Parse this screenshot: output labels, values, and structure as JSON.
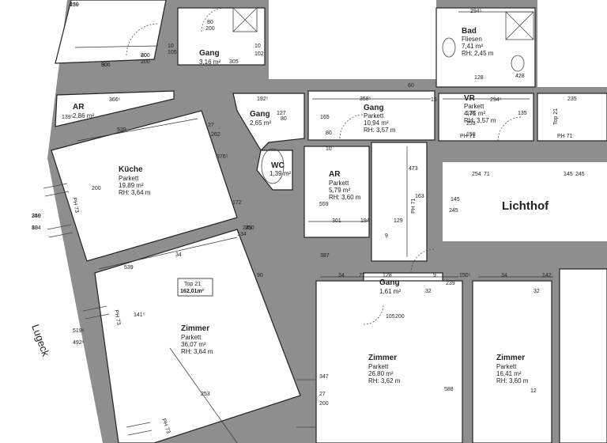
{
  "rooms": [
    {
      "id": "bad",
      "name": "Bad",
      "floor": "Fliesen",
      "area": "7,41 m²",
      "height": "RH: 2,45 m"
    },
    {
      "id": "gang-top",
      "name": "Gang",
      "area": "3,16 m²"
    },
    {
      "id": "ar-left",
      "name": "AR",
      "area": "2,86 m²"
    },
    {
      "id": "gang-small",
      "name": "Gang",
      "area": "2,65 m²"
    },
    {
      "id": "gang-main",
      "name": "Gang",
      "floor": "Parkett",
      "area": "10,94 m²",
      "height": "RH: 3,57 m"
    },
    {
      "id": "vr",
      "name": "VR",
      "floor": "Parkett",
      "area": "4,75 m²",
      "height": "RH: 3,57 m"
    },
    {
      "id": "kueche",
      "name": "Küche",
      "floor": "Parkett",
      "area": "19,89 m²",
      "height": "RH: 3,64 m"
    },
    {
      "id": "wc",
      "name": "WC",
      "area": "1,39 m²"
    },
    {
      "id": "ar-mid",
      "name": "AR",
      "floor": "Parkett",
      "area": "5,79 m²",
      "height": "RH: 3,60 m"
    },
    {
      "id": "zimmer-left",
      "name": "Zimmer",
      "floor": "Parkett",
      "area": "36,07 m²",
      "height": "RH: 3,64 m"
    },
    {
      "id": "gang-lower",
      "name": "Gang",
      "area": "1,61 m²"
    },
    {
      "id": "zimmer-mid",
      "name": "Zimmer",
      "floor": "Parkett",
      "area": "26,80 m²",
      "height": "RH: 3,62 m"
    },
    {
      "id": "zimmer-right",
      "name": "Zimmer",
      "floor": "Parkett",
      "area": "16,41 m²",
      "height": "RH: 3,60 m"
    }
  ],
  "lichthof": "Lichthof",
  "street": "Lugeck",
  "unit_box": {
    "label": "Top 21",
    "area": "162,01m²"
  },
  "top21_side": "Top 21",
  "ph71": [
    "PH 71",
    "PH 71",
    "PH 71"
  ],
  "ph73": [
    "PH 73",
    "PH 73",
    "PH 73"
  ],
  "dims": [
    "439",
    "306",
    "80",
    "200",
    "10",
    "105",
    "305",
    "10",
    "102",
    "80",
    "200",
    "294⁵",
    "428",
    "366⁵",
    "192⁵",
    "127",
    "80",
    "358⁵",
    "60",
    "15",
    "294⁵",
    "235",
    "139⁵",
    "539",
    "27",
    "262",
    "165",
    "473",
    "130",
    "253",
    "159",
    "128",
    "80",
    "10",
    "135",
    "250",
    "80",
    "200",
    "376⁵",
    "559",
    "301",
    "194",
    "9",
    "129",
    "163",
    "254",
    "71",
    "145",
    "245",
    "145",
    "245",
    "172",
    "245",
    "34",
    "90",
    "539",
    "387",
    "34",
    "77",
    "128",
    "9",
    "150⁵",
    "142",
    "34",
    "32",
    "239",
    "32",
    "141⁵",
    "105",
    "200",
    "347",
    "27",
    "200",
    "588",
    "12",
    "253",
    "519⁶",
    "492⁶",
    "349",
    "134",
    "250",
    "134",
    "250",
    "90",
    "200"
  ],
  "colors": {
    "wall": "#8e8e8e",
    "room": "#ffffff",
    "line": "#222222"
  }
}
